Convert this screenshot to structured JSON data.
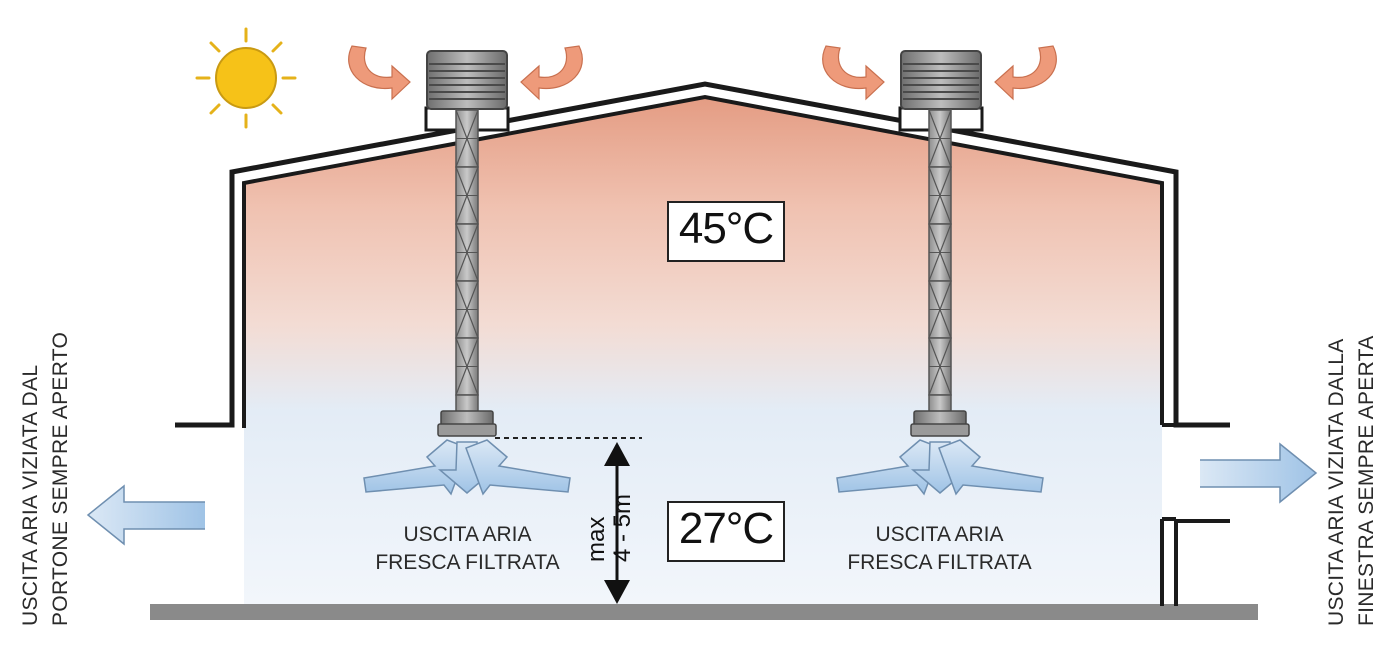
{
  "temperatures": {
    "top": "45°C",
    "bottom": "27°C"
  },
  "outlets": {
    "left": [
      "USCITA ARIA",
      "FRESCA FILTRATA"
    ],
    "right": [
      "USCITA ARIA",
      "FRESCA FILTRATA"
    ]
  },
  "height_label": [
    "max",
    "4 - 5m"
  ],
  "side_labels": {
    "left": [
      "USCITA ARIA VIZIATA DAL",
      "PORTONE SEMPRE APERTO"
    ],
    "right": [
      "USCITA ARIA VIZIATA DALLA",
      "FINESTRA SEMPRE APERTA"
    ]
  },
  "colors": {
    "hot": "#e8a08a",
    "cool": "#e6eef8",
    "arrow_warm": "#e58b6a",
    "arrow_cool": "#b9d3ec",
    "floor": "#8a8a8a"
  }
}
